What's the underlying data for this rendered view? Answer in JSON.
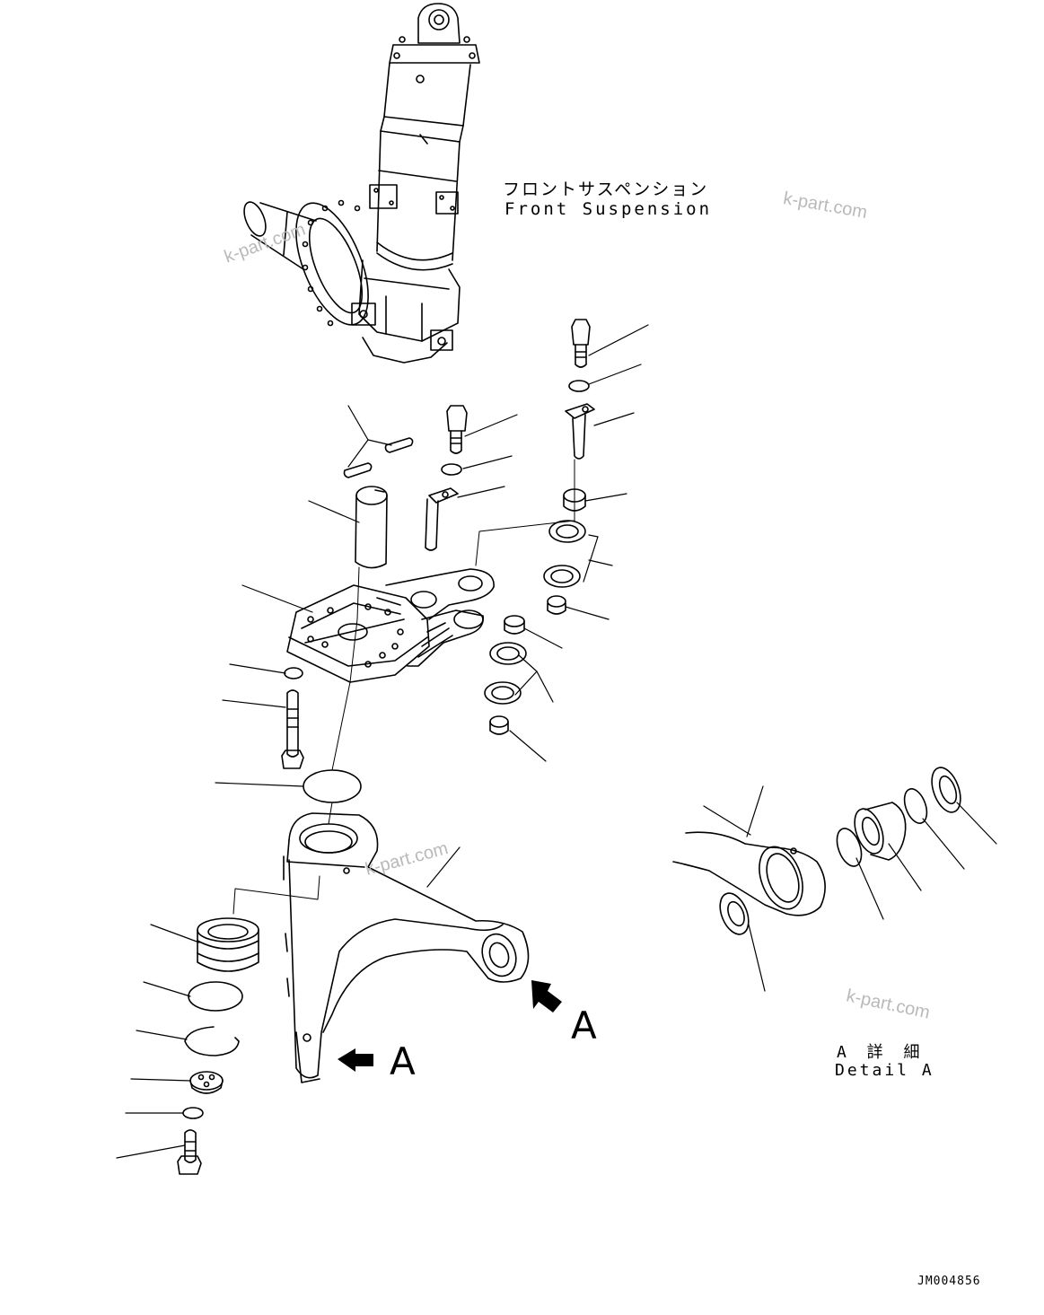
{
  "title": {
    "jp": "フロントサスペンション",
    "en": "Front Suspension"
  },
  "view_marker": "A",
  "detail": {
    "jp": "A 詳 細",
    "en": "Detail A"
  },
  "drawing_code": "JM004856",
  "watermark": "k-part.com",
  "colors": {
    "line": "#000000",
    "background": "#ffffff",
    "watermark": "#b9b9b9"
  }
}
